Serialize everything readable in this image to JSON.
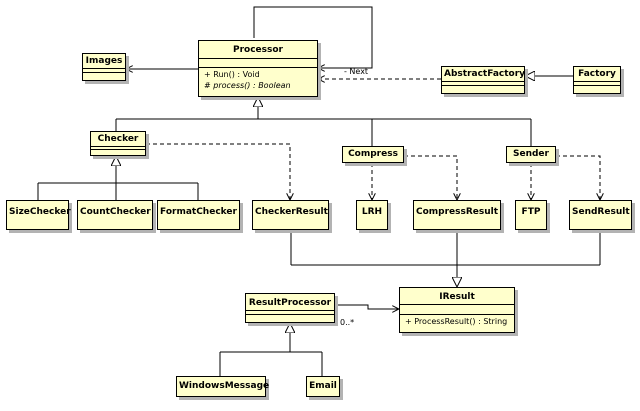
{
  "classes": {
    "processor": {
      "name": "Processor",
      "operations": [
        "+ Run() : Void",
        "# process() : Boolean"
      ]
    },
    "images": {
      "name": "Images"
    },
    "abstract_factory": {
      "name": "AbstractFactory"
    },
    "factory": {
      "name": "Factory"
    },
    "checker": {
      "name": "Checker"
    },
    "compress": {
      "name": "Compress"
    },
    "sender": {
      "name": "Sender"
    },
    "size_checker": {
      "name": "SizeChecker"
    },
    "count_checker": {
      "name": "CountChecker"
    },
    "format_checker": {
      "name": "FormatChecker"
    },
    "checker_result": {
      "name": "CheckerResult"
    },
    "lrh": {
      "name": "LRH"
    },
    "compress_result": {
      "name": "CompressResult"
    },
    "ftp": {
      "name": "FTP"
    },
    "send_result": {
      "name": "SendResult"
    },
    "iresult": {
      "name": "IResult",
      "operations": [
        "+ ProcessResult() : String"
      ]
    },
    "result_processor": {
      "name": "ResultProcessor"
    },
    "windows_message": {
      "name": "WindowsMessage"
    },
    "email": {
      "name": "Email"
    }
  },
  "labels": {
    "next_role": "- Next",
    "multiplicity": "0..*"
  }
}
